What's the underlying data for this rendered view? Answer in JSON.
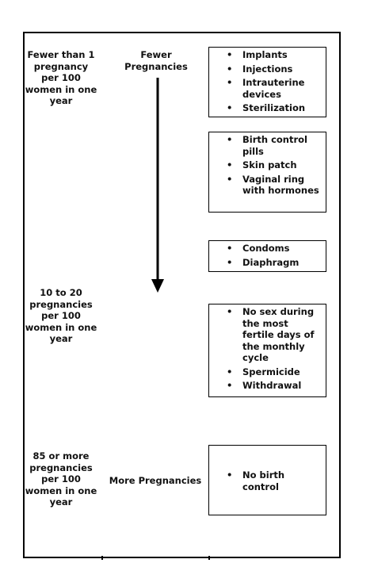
{
  "rates": {
    "top": "Fewer than 1 pregnancy per 100 women in one year",
    "middle": "10 to 20 pregnancies per 100 women in one year",
    "bottom": "85 or more pregnancies per 100 women in one year"
  },
  "labels": {
    "fewer": "Fewer Pregnancies",
    "more": "More Pregnancies"
  },
  "groups": [
    {
      "items": [
        "Implants",
        "Injections",
        "Intrauterine devices",
        "Sterilization"
      ]
    },
    {
      "items": [
        "Birth control pills",
        "Skin patch",
        "Vaginal ring with hormones"
      ]
    },
    {
      "items": [
        "Condoms",
        "Diaphragm"
      ]
    },
    {
      "items": [
        "No sex during the most fertile days of the monthly cycle",
        "Spermicide",
        "Withdrawal"
      ]
    },
    {
      "items": [
        "No birth control"
      ]
    }
  ],
  "bullet": "•"
}
